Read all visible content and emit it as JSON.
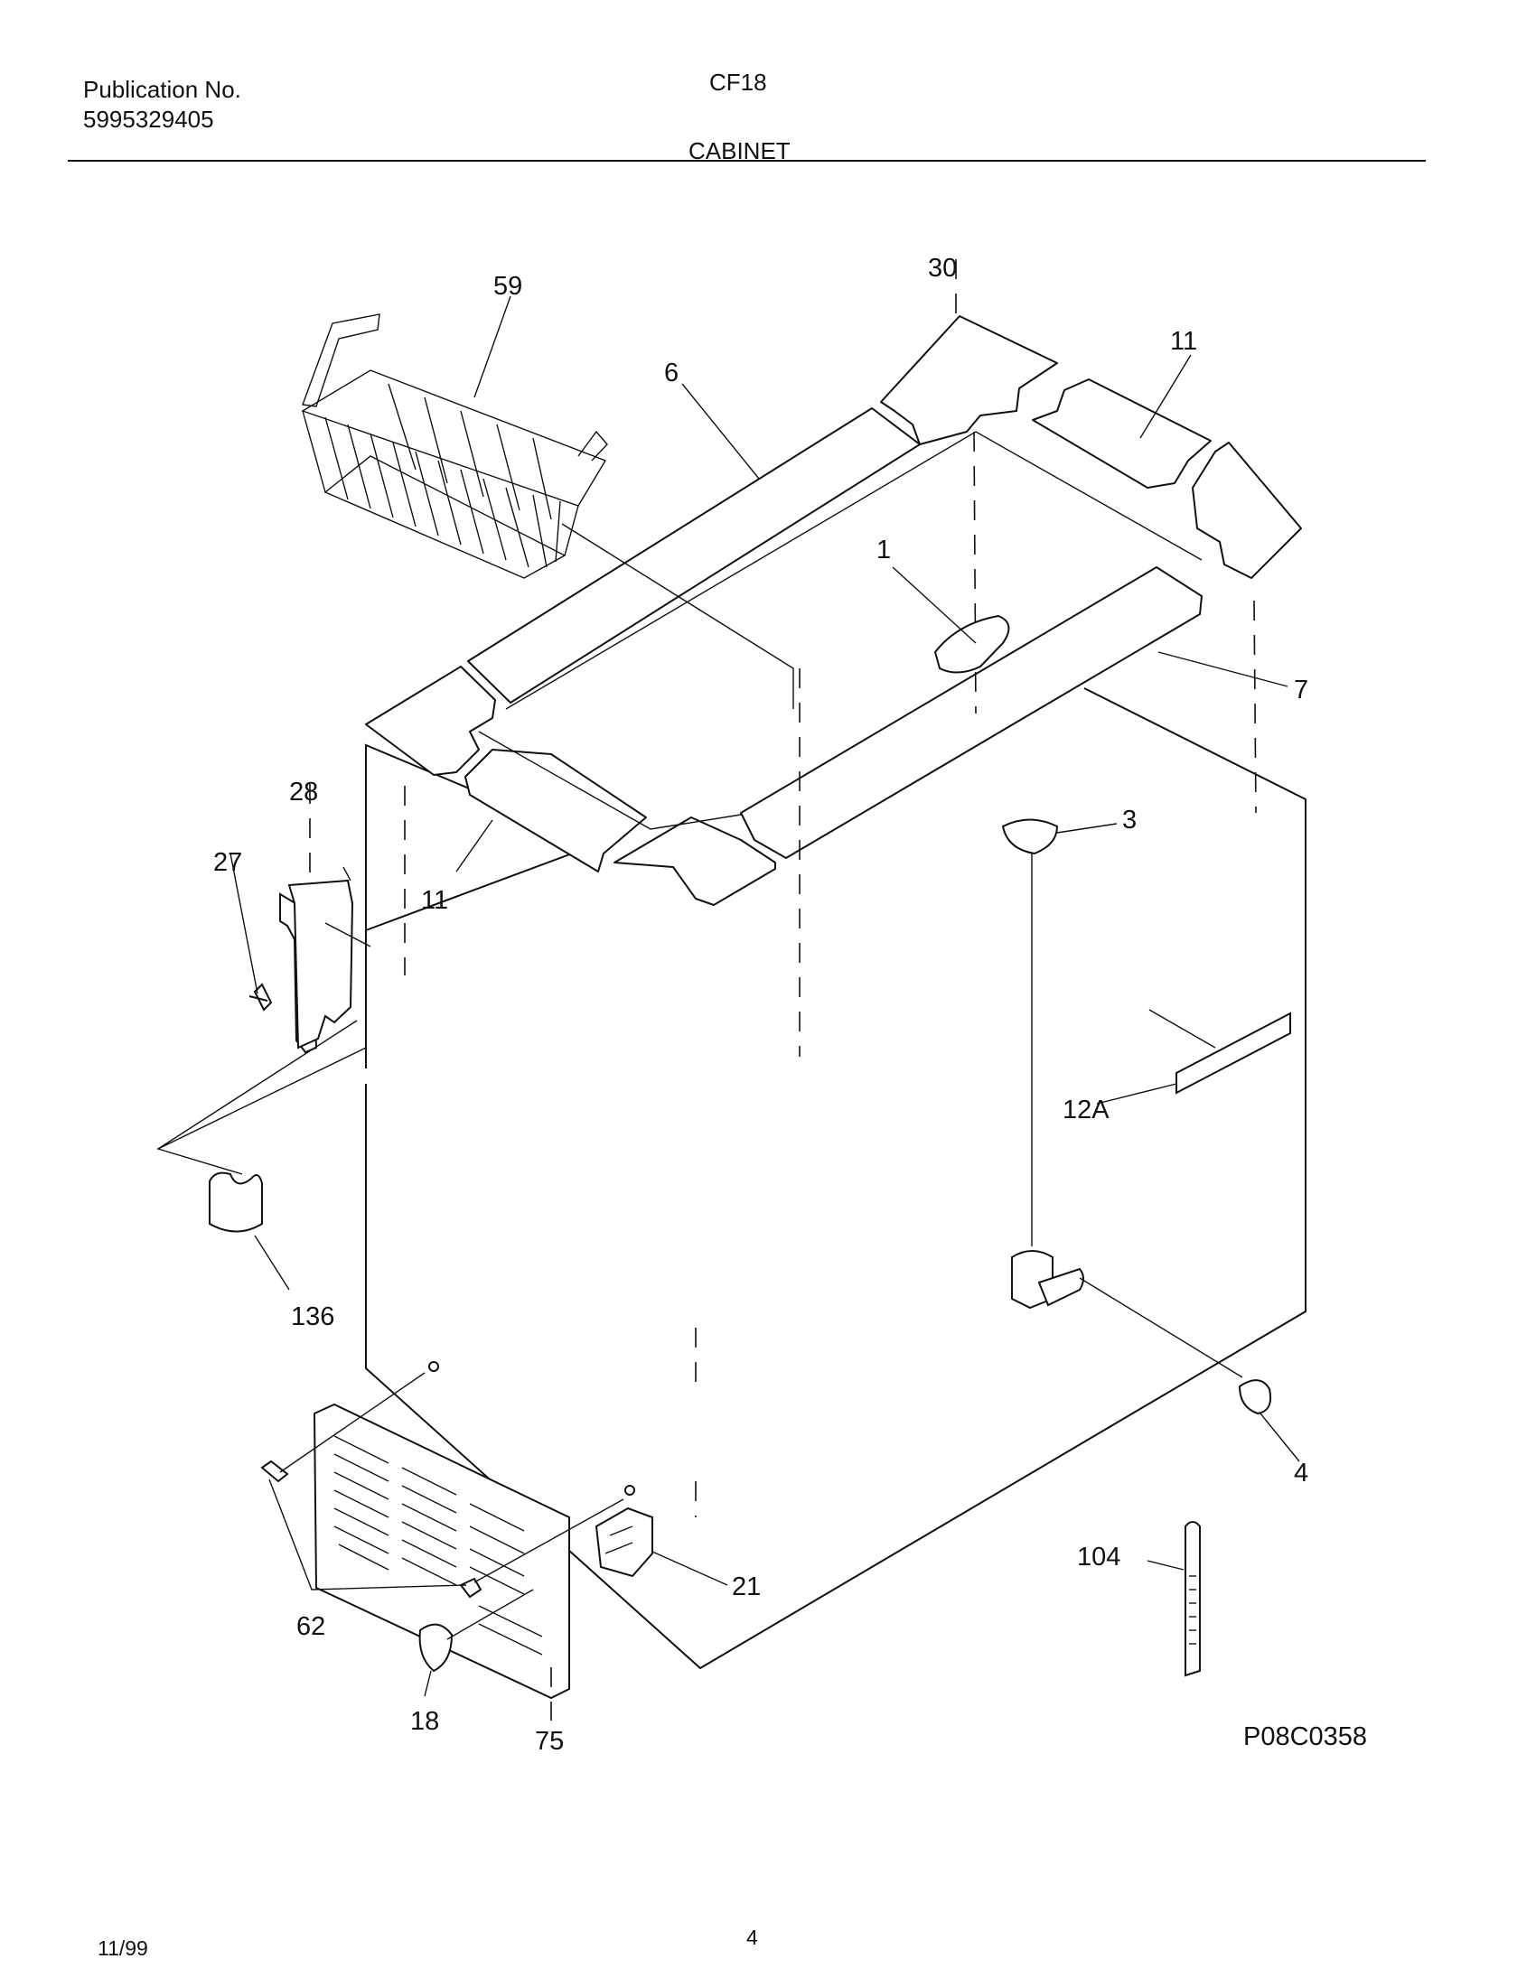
{
  "header": {
    "publication_label": "Publication No.",
    "publication_number": "5995329405",
    "model": "CF18",
    "section_title": "CABINET"
  },
  "diagram": {
    "drawing_code": "P08C0358",
    "callouts": {
      "c59": "59",
      "c30": "30",
      "c6": "6",
      "c11a": "11",
      "c1": "1",
      "c7": "7",
      "c28": "28",
      "c27": "27",
      "c11b": "11",
      "c3": "3",
      "c12a": "12A",
      "c136": "136",
      "c4": "4",
      "c104": "104",
      "c21": "21",
      "c62": "62",
      "c18": "18",
      "c75": "75"
    }
  },
  "footer": {
    "date": "11/99",
    "page": "4"
  }
}
